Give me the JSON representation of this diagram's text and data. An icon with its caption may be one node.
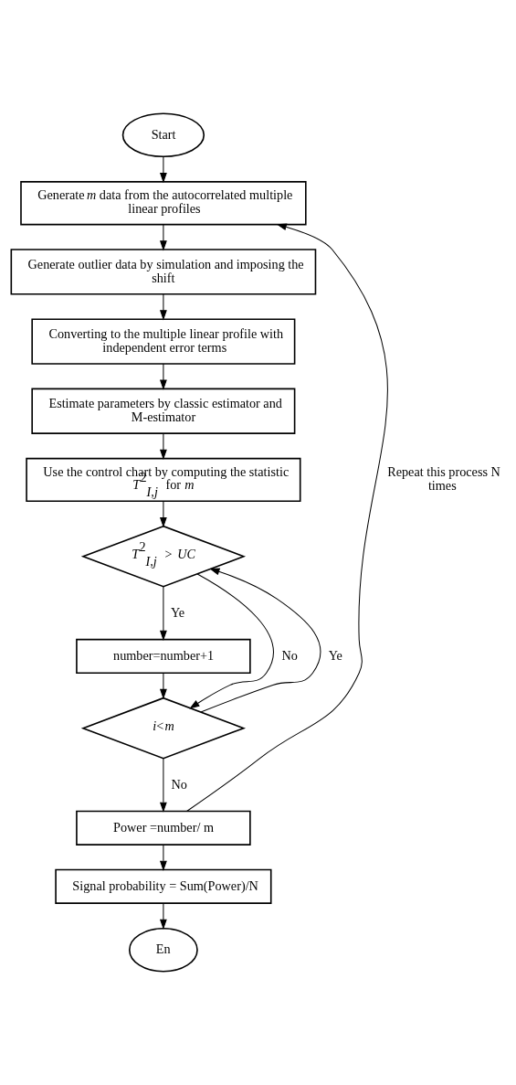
{
  "diagram": {
    "nodes": [
      {
        "text": [
          "Start"
        ]
      },
      {
        "text": [
          "Generate *m* data from the autocorrelated multiple linear profiles"
        ]
      },
      {
        "text": [
          "Generate outlier data by simulation and imposing the shift"
        ]
      },
      {
        "text": [
          "Converting to the multiple linear profile with independent error terms"
        ]
      },
      {
        "text": [
          "Estimate parameters by classic estimator and M-estimator"
        ]
      },
      {
        "text": [
          "Use the control chart by computing the statistic *T*$^{2}$$_{I,j}$ for *m*"
        ]
      },
      {
        "text": [
          "*T*$^{2}$$_{I,j}$ > *UC*"
        ]
      },
      {
        "text": [
          "number=number+1"
        ]
      },
      {
        "text": [
          "*i*<*m*"
        ]
      },
      {
        "text": [
          "Power =number/ m"
        ]
      },
      {
        "text": [
          "Signal probability = Sum(Power)/N"
        ]
      },
      {
        "text": [
          "En"
        ]
      }
    ],
    "edges": [
      {
        "from": 0,
        "to": 1,
        "arrow": "to"
      },
      {
        "from": 1,
        "to": 2,
        "arrow": "to"
      },
      {
        "from": 2,
        "to": 3,
        "arrow": "to"
      },
      {
        "from": 3,
        "to": 4,
        "arrow": "to"
      },
      {
        "from": 4,
        "to": 5,
        "arrow": "to"
      },
      {
        "from": 5,
        "to": 6,
        "arrow": "to"
      },
      {
        "from": 6,
        "to": 7,
        "arrow": "to",
        "label": "Ye"
      },
      {
        "from": 6,
        "to": 8,
        "arrow": "to",
        "label": "No"
      },
      {
        "from": 7,
        "to": 8,
        "arrow": "to"
      },
      {
        "from": 8,
        "to": 6,
        "arrow": "to",
        "label": "Ye"
      },
      {
        "from": 8,
        "to": 9,
        "arrow": "to",
        "label": "No"
      },
      {
        "from": 9,
        "to": 1,
        "arrow": "to",
        "label": "Repeat this process N times"
      },
      {
        "from": 9,
        "to": 10,
        "arrow": "to"
      },
      {
        "from": 10,
        "to": 11,
        "arrow": "to"
      }
    ]
  }
}
